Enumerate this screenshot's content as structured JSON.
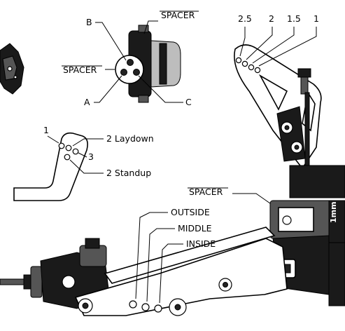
{
  "labels": {
    "spacer_top": "SPACER",
    "b": "B",
    "spacer_left": "SPACER",
    "a": "A",
    "c": "C",
    "hole_2_5": "2.5",
    "hole_2": "2",
    "hole_1_5": "1.5",
    "hole_1": "1",
    "one": "1",
    "laydown": "2 Laydown",
    "three": "3",
    "standup": "2 Standup",
    "spacer_right": "SPACER",
    "mm": "1mm",
    "outside": "OUTSIDE",
    "middle": "MIDDLE",
    "inside": "INSIDE"
  }
}
